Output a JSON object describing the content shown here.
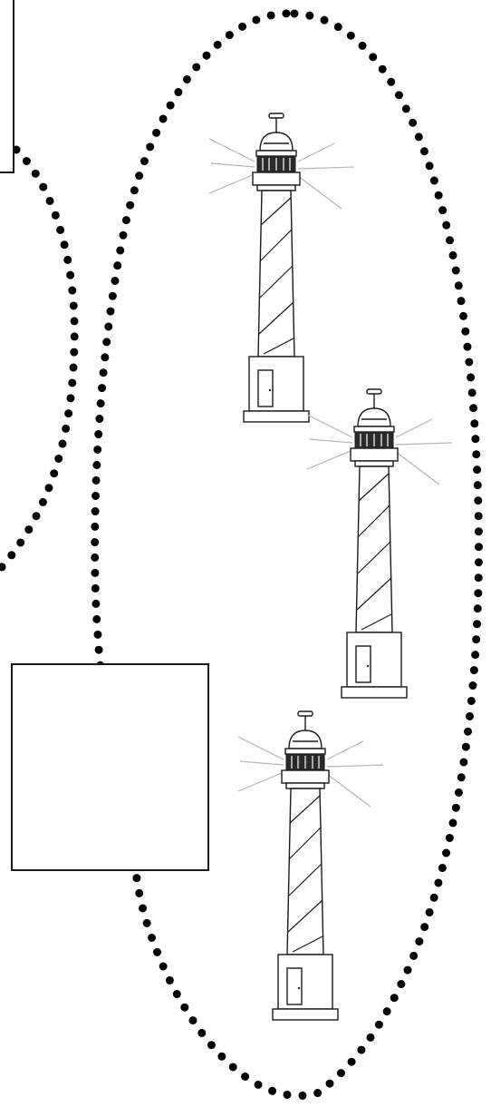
{
  "diagram": {
    "elements": [
      {
        "kind": "box",
        "name": "top-left-box",
        "label": ""
      },
      {
        "kind": "box",
        "name": "bottom-left-box",
        "label": ""
      },
      {
        "kind": "dotted-loop",
        "name": "large-dotted-ellipse"
      },
      {
        "kind": "dotted-loop",
        "name": "left-dotted-curve"
      },
      {
        "kind": "icon",
        "icon": "lighthouse-icon",
        "count": 3
      }
    ],
    "lighthouse_count": 3
  }
}
